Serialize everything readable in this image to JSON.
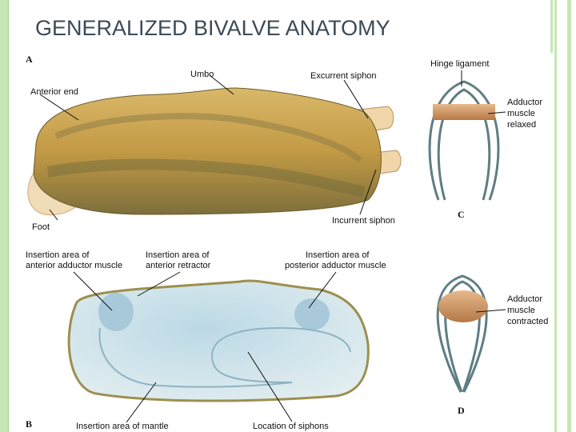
{
  "title": "GENERALIZED BIVALVE ANATOMY",
  "panels": {
    "a": {
      "letter": "A",
      "labels": {
        "anterior_end": "Anterior end",
        "umbo": "Umbo",
        "excurrent_siphon": "Excurrent siphon",
        "foot": "Foot",
        "incurrent_siphon": "Incurrent siphon"
      }
    },
    "b": {
      "letter": "B",
      "labels": {
        "anterior_adductor_1": "Insertion area of",
        "anterior_adductor_2": "anterior adductor muscle",
        "anterior_retractor_1": "Insertion area of",
        "anterior_retractor_2": "anterior retractor",
        "posterior_adductor_1": "Insertion area of",
        "posterior_adductor_2": "posterior adductor muscle",
        "mantle": "Insertion area of mantle",
        "siphons": "Location of siphons"
      }
    },
    "c": {
      "letter": "C",
      "labels": {
        "hinge": "Hinge ligament",
        "adductor_1": "Adductor",
        "adductor_2": "muscle",
        "adductor_3": "relaxed"
      }
    },
    "d": {
      "letter": "D",
      "labels": {
        "adductor_1": "Adductor",
        "adductor_2": "muscle",
        "adductor_3": "contracted"
      }
    }
  },
  "colors": {
    "accent_green": "#c6e6b4",
    "title": "#3b4a56",
    "shell_outer": "#b89a4a",
    "shell_inner": "#cfe3ea",
    "muscle": "#c98b55"
  }
}
